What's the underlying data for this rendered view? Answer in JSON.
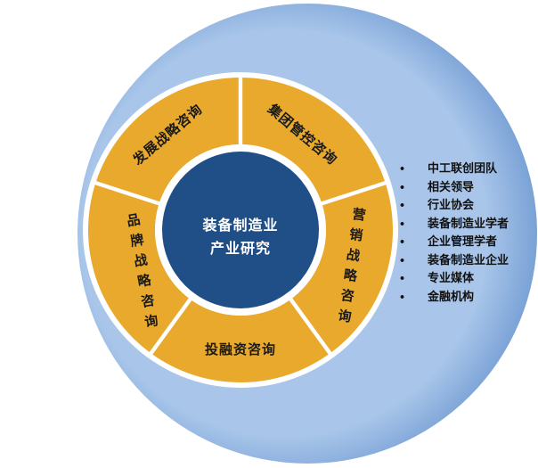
{
  "colors": {
    "outer_circle": "#a9c6ea",
    "outer_edge": "#6f98cf",
    "ring": "#e8a92c",
    "center": "#1f4f86",
    "separator": "#ffffff"
  },
  "center": {
    "line1": "装备制造业",
    "line2": "产业研究"
  },
  "segments": [
    {
      "label": "发展战略咨询"
    },
    {
      "label": "集团管控咨询"
    },
    {
      "label": "营销战略咨询"
    },
    {
      "label": "投融资咨询"
    },
    {
      "label": "品牌战略咨询"
    }
  ],
  "participants": {
    "bullet": "•",
    "items": [
      "中工联创团队",
      "相关领导",
      "行业协会",
      "装备制造业学者",
      "企业管理学者",
      "装备制造业企业",
      "专业媒体",
      "金融机构"
    ]
  }
}
